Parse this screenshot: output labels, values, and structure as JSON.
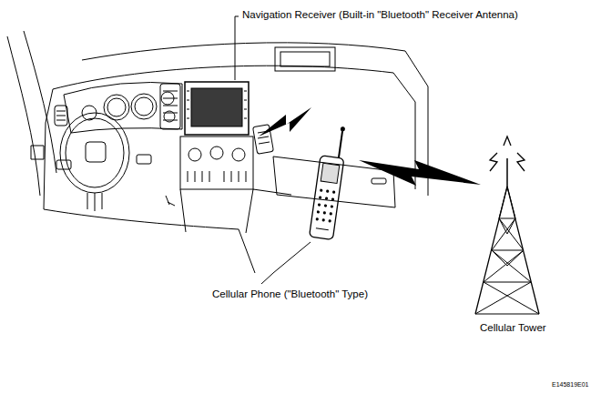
{
  "diagram": {
    "labels": [
      "Navigation Receiver (Built-in \"Bluetooth\" Receiver Antenna)",
      "Cellular Phone (\"Bluetooth\" Type)",
      "Cellular Tower",
      "E145819E01"
    ]
  }
}
